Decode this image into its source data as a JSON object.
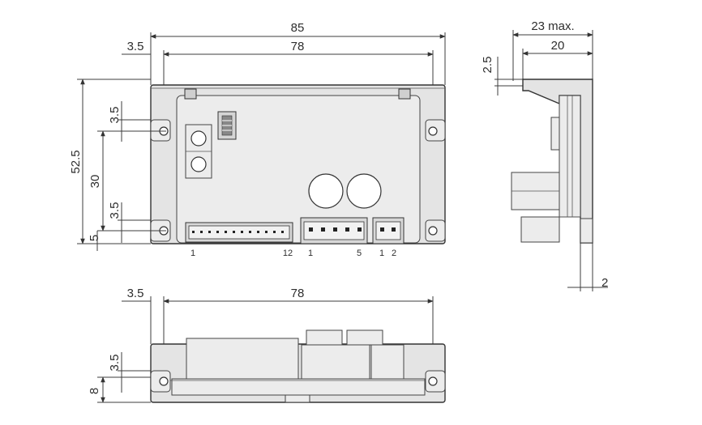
{
  "front_view": {
    "width_overall": "85",
    "width_holes": "78",
    "edge_offset": "3.5",
    "height": "52.5",
    "hole_spacing": "30",
    "hole_offset_top": "3.5",
    "hole_offset_bottom": "3.5",
    "bottom_margin": "5",
    "connectors": {
      "c1_first": "1",
      "c1_last": "12",
      "c2_first": "1",
      "c2_last": "5",
      "c3_first": "1",
      "c3_last": "2"
    }
  },
  "side_view": {
    "depth_max": "23 max.",
    "depth": "20",
    "top_step": "2.5",
    "bottom_step": "2"
  },
  "bottom_view": {
    "width_holes": "78",
    "edge_offset": "3.5",
    "hole_offset": "3.5",
    "height": "8"
  }
}
